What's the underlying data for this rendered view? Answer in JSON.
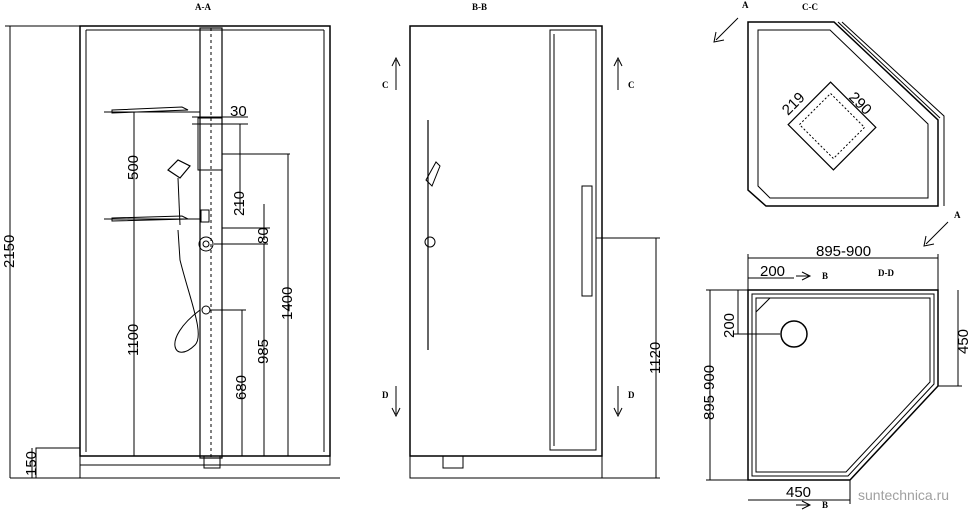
{
  "views": {
    "aa": {
      "title": "A-A",
      "dims": {
        "total_height": "2150",
        "base_height": "150",
        "shelf_gap": "500",
        "lower_shelf": "1100",
        "overhead": "30",
        "panel_drop": "210",
        "bracket": "80",
        "mixer": "1400",
        "handset": "985",
        "outlet": "680"
      }
    },
    "bb": {
      "title": "B-B",
      "dims": {
        "door_height": "1120"
      },
      "markers": {
        "c": "C",
        "d": "D"
      }
    },
    "cc": {
      "title": "C-C",
      "marker": "A",
      "dims": {
        "showerhead_a": "219",
        "showerhead_b": "290"
      }
    },
    "dd": {
      "title": "D-D",
      "marker": "B",
      "dims": {
        "top_width": "895-900",
        "corner_x": "200",
        "corner_y": "200",
        "right_side": "450",
        "left_side": "895-900",
        "bottom_side": "450"
      }
    }
  },
  "watermark": "suntechnica.ru"
}
